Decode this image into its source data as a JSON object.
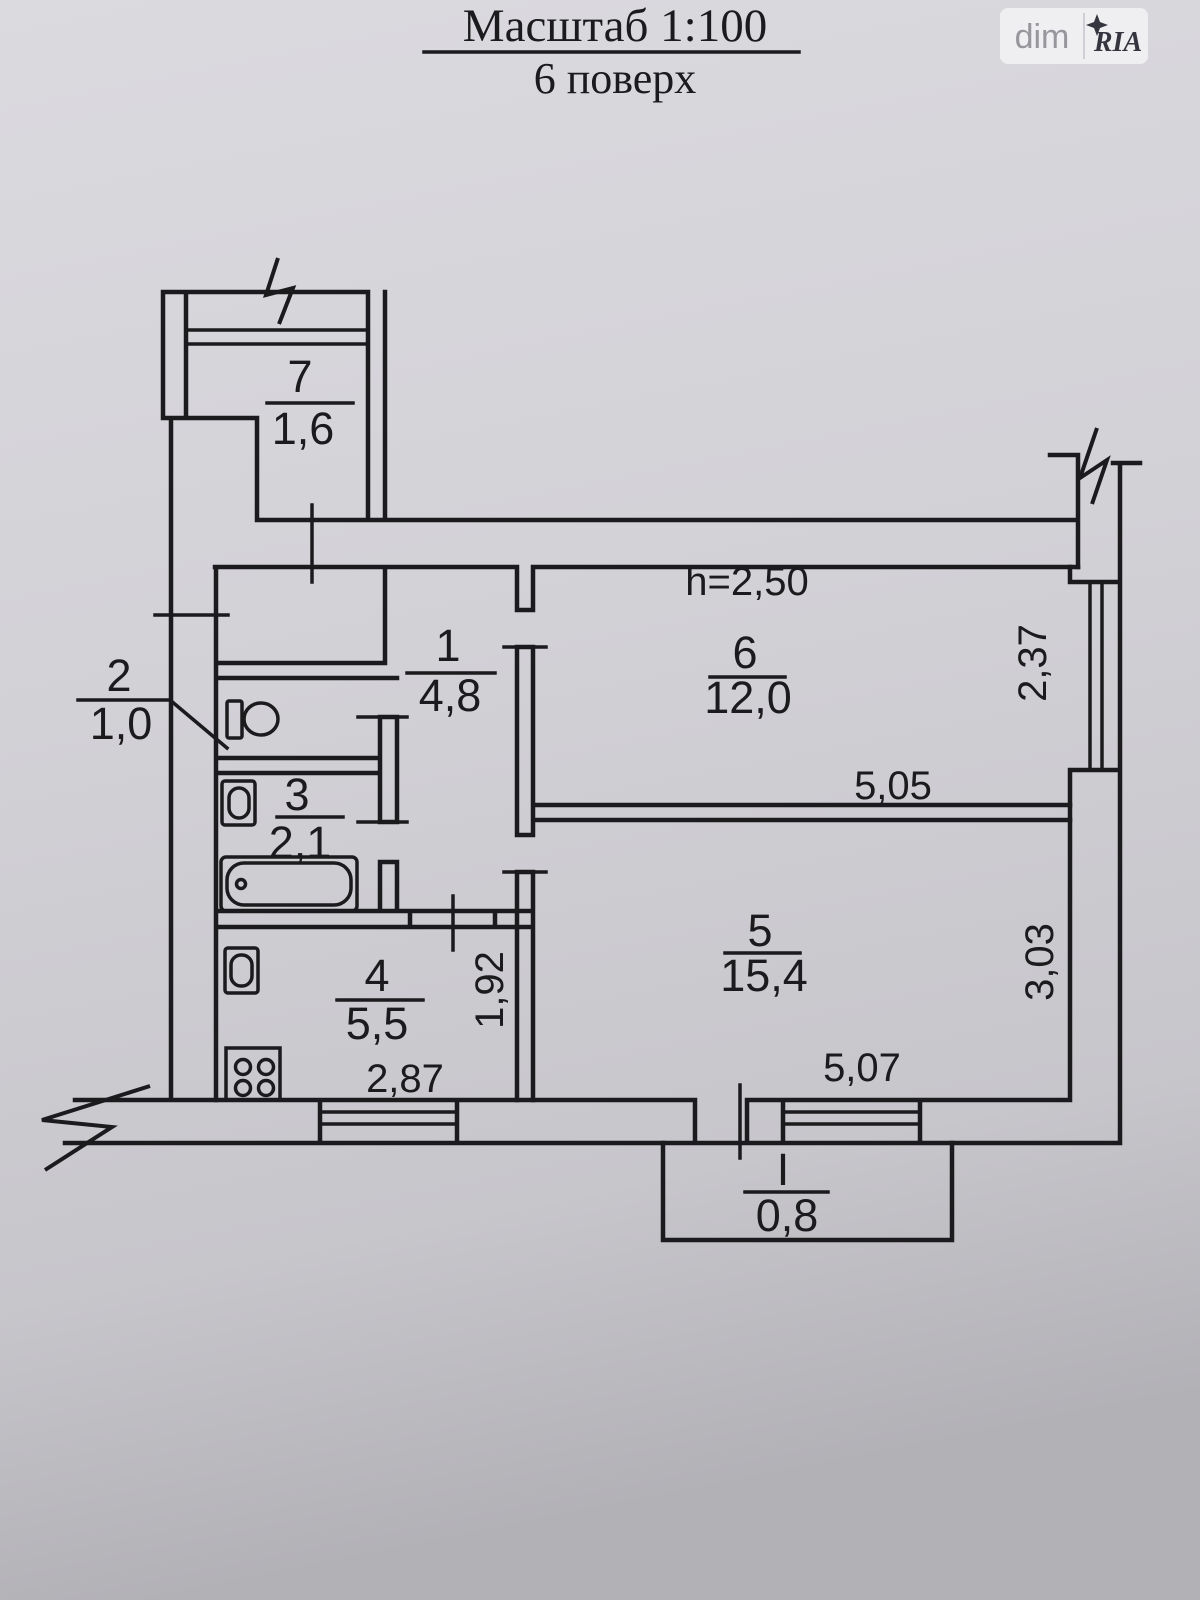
{
  "header": {
    "title": "Масштаб 1:100",
    "subtitle": "6 поверх"
  },
  "watermark": {
    "left_label": "dim",
    "brand": "RIA"
  },
  "rooms": {
    "hall": {
      "num": "1",
      "area": "4,8"
    },
    "wc": {
      "num": "2",
      "area": "1,0"
    },
    "bathroom": {
      "num": "3",
      "area": "2,1"
    },
    "kitchen": {
      "num": "4",
      "area": "5,5"
    },
    "living_room": {
      "num": "5",
      "area": "15,4"
    },
    "bedroom": {
      "num": "6",
      "area": "12,0"
    },
    "balcony_top": {
      "num": "7",
      "area": "1,6"
    },
    "balcony_bottom": {
      "num": "I",
      "area": "0,8"
    }
  },
  "notes": {
    "ceiling_height": "h=2,50"
  },
  "dims": {
    "bedroom_width": "5,05",
    "bedroom_window_height": "2,37",
    "living_width": "5,07",
    "living_window_height": "3,03",
    "kitchen_width": "2,87",
    "kitchen_depth": "1,92"
  },
  "colors": {
    "paper_top": "#dbdadf",
    "paper_mid": "#d2d1d6",
    "paper_bottom": "#b2b1b6",
    "ink": "#1b1b1d",
    "watermark_bg": "#f4f4f6",
    "watermark_dim_text": "#96969c",
    "watermark_brand_text": "#35353f"
  }
}
